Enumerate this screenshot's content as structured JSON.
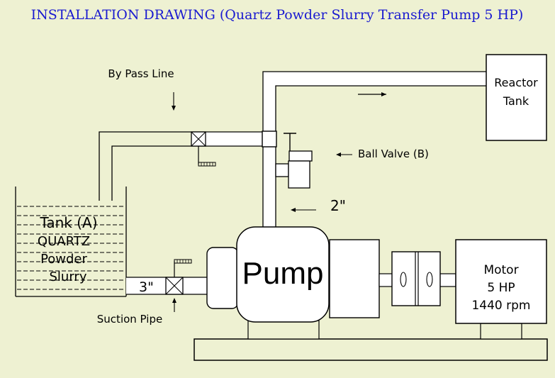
{
  "title": "INSTALLATION  DRAWING (Quartz Powder Slurry Transfer Pump 5 HP)",
  "labels": {
    "bypass": "By Pass Line",
    "reactor_line1": "Reactor",
    "reactor_line2": "Tank",
    "ball_valve": "Ball Valve (B)",
    "pipe_2in": "2\"",
    "tank_line1": "Tank (A)",
    "tank_line2": "QUARTZ",
    "tank_line3": "Powder",
    "tank_line4": "Slurry",
    "pipe_3in": "3\"",
    "suction": "Suction Pipe",
    "pump": "Pump",
    "motor_line1": "Motor",
    "motor_line2": "5 HP",
    "motor_line3": "1440 rpm"
  },
  "colors": {
    "background": "#eef1d2",
    "title": "#1a1ad0",
    "stroke": "#000000",
    "fill": "#ffffff"
  }
}
